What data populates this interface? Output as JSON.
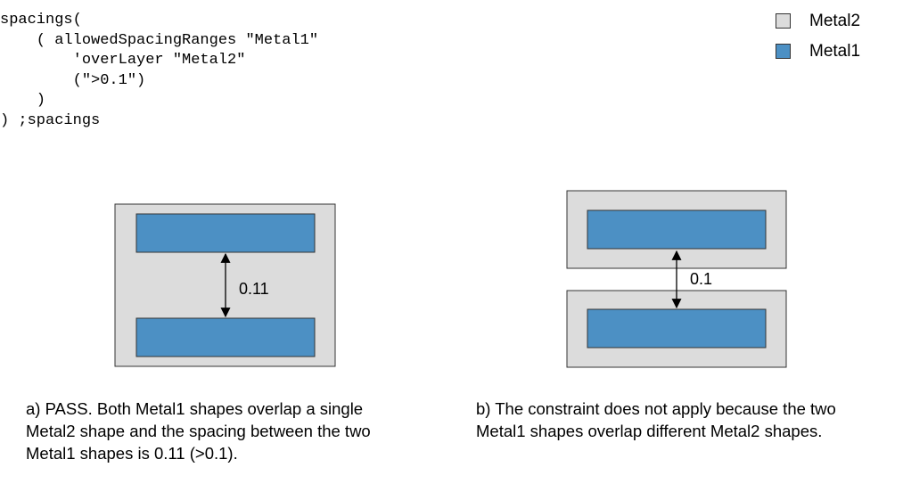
{
  "code": {
    "lines": [
      "spacings(",
      "    ( allowedSpacingRanges \"Metal1\"",
      "        'overLayer \"Metal2\"",
      "        (\">0.1\")",
      "    )",
      ") ;spacings"
    ]
  },
  "legend": [
    {
      "label": "Metal2",
      "color": "#dcdcdc"
    },
    {
      "label": "Metal1",
      "color": "#4c90c4"
    }
  ],
  "colors": {
    "metal2_fill": "#dcdcdc",
    "metal1_fill": "#4c90c4",
    "outline": "#333333"
  },
  "diagram_a": {
    "spacing_label": "0.11",
    "caption_lines": [
      "a) PASS. Both Metal1 shapes overlap a single",
      "Metal2 shape and the spacing between the two",
      "Metal1 shapes is 0.11 (>0.1)."
    ]
  },
  "diagram_b": {
    "spacing_label": "0.1",
    "caption_lines": [
      "b) The constraint does not apply because the two",
      "Metal1 shapes overlap different Metal2 shapes."
    ]
  }
}
